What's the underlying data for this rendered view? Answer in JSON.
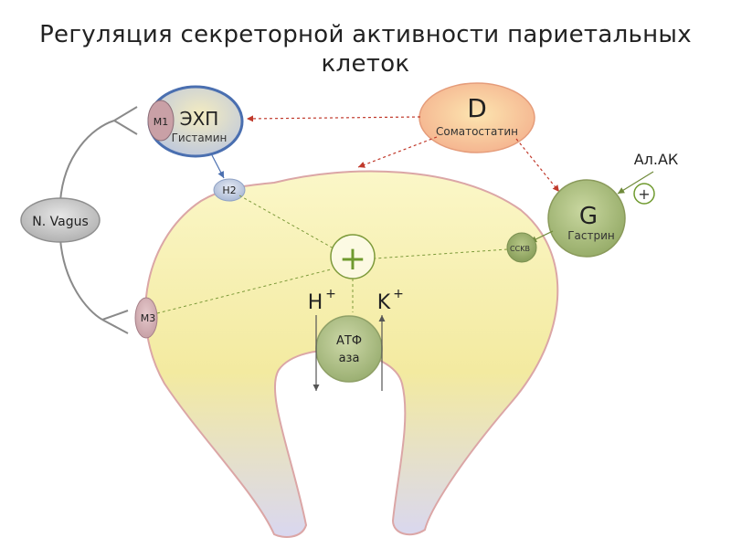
{
  "title_line1": "Регуляция секреторной активности париетальных",
  "title_line2": "клеток",
  "labels": {
    "m1": "M1",
    "echp": "ЭХП",
    "histamine": "Гистамин",
    "d_letter": "D",
    "somatostatin": "Соматостатин",
    "h2": "H2",
    "vagus": "N. Vagus",
    "g_letter": "G",
    "gastrin": "Гастрин",
    "al_ak": "Ал.АК",
    "plus_small": "+",
    "cckb": "CCKB",
    "center_plus": "+",
    "m3": "M3",
    "h_ion": "H",
    "k_ion": "K",
    "ion_charge": "+",
    "atf_line1": "АТФ",
    "atf_line2": "аза"
  },
  "colors": {
    "cell_fill_top": "#faf3b5",
    "cell_fill_bottom": "#dcd9ef",
    "cell_stroke": "#dba6a6",
    "echp_stroke": "#4a6fb0",
    "echp_fill": "#c8d1e6",
    "m1_fill": "#c9a0a6",
    "d_fill": "#f6b98f",
    "g_fill": "#a8b97b",
    "vagus_fill": "#bdbdbd",
    "dashed_red": "#c0392b",
    "dashed_green": "#7d9a3a",
    "plus_green": "#6f9a2e"
  }
}
